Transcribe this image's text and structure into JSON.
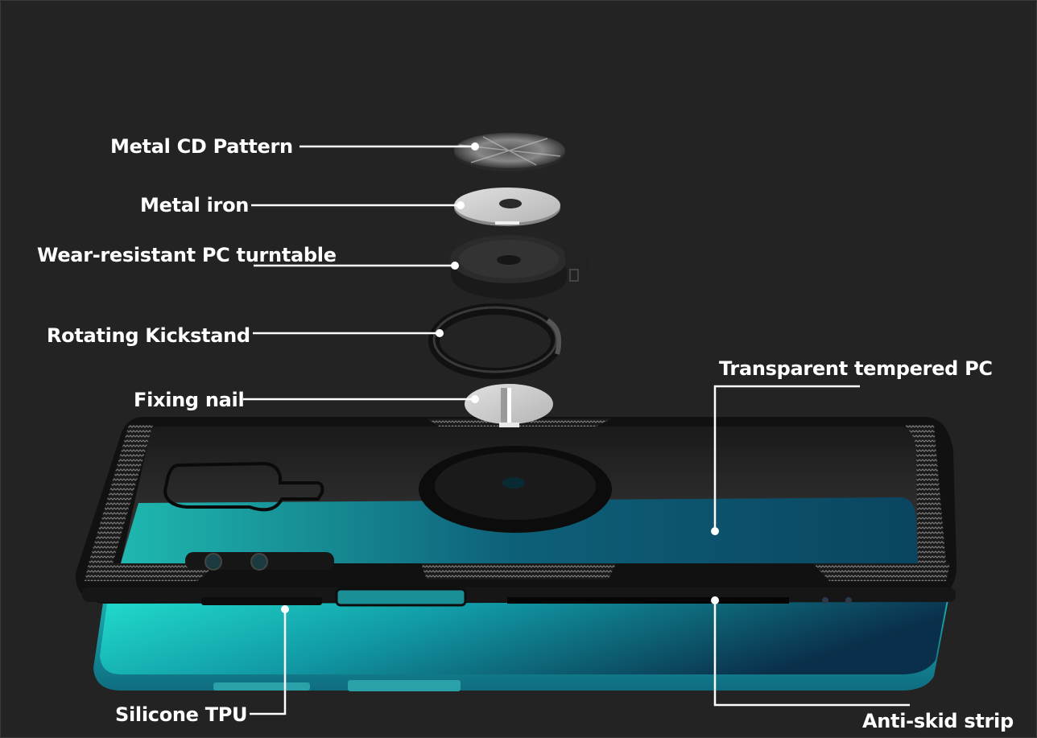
{
  "diagram": {
    "subject": "Exploded view of ring-holder phone case",
    "background_color": "#232323",
    "label_color": "#ffffff",
    "leader_line_color": "#ffffff",
    "callouts": [
      {
        "id": "metal-cd-pattern",
        "label": "Metal CD Pattern"
      },
      {
        "id": "metal-iron",
        "label": "Metal iron"
      },
      {
        "id": "pc-turntable",
        "label": "Wear-resistant PC turntable"
      },
      {
        "id": "rotating-kickstand",
        "label": "Rotating Kickstand"
      },
      {
        "id": "fixing-nail",
        "label": "Fixing nail"
      },
      {
        "id": "transparent-pc",
        "label": "Transparent tempered PC"
      },
      {
        "id": "silicone-tpu",
        "label": "Silicone TPU"
      },
      {
        "id": "anti-skid-strip",
        "label": "Anti-skid strip"
      }
    ],
    "colors": {
      "phone_teal_light": "#1fd6c4",
      "phone_teal_dark": "#0b3d55",
      "case_black": "#0e0e0e",
      "carbon_light": "#6a6a6a",
      "disc_silver": "#c9c9c9",
      "turntable_dark": "#2b2b2b"
    }
  }
}
